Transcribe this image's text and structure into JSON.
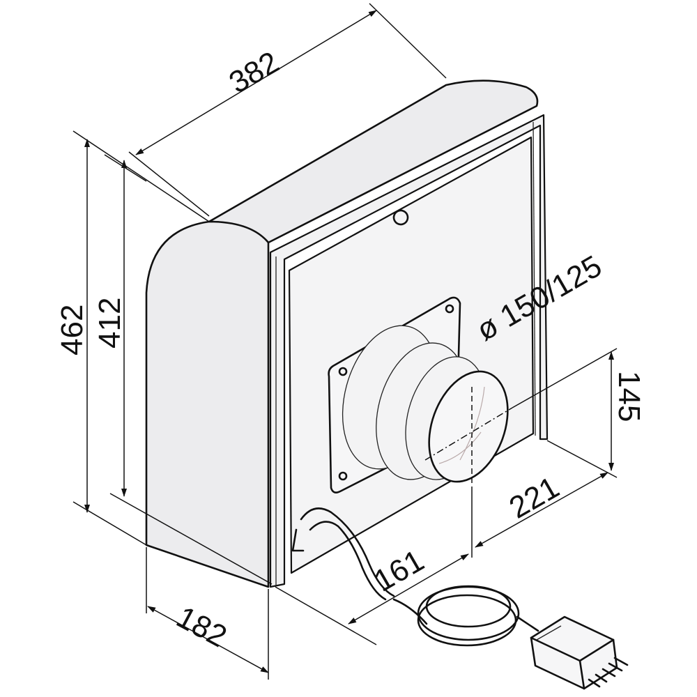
{
  "drawing": {
    "dimensions": {
      "width": "382",
      "height_total": "462",
      "height_inner": "412",
      "depth": "182",
      "offset_161": "161",
      "offset_221": "221",
      "offset_145": "145",
      "diameter": "ø 150/125"
    },
    "colors": {
      "line": "#111111",
      "fill": "#ececee",
      "background": "#ffffff"
    }
  }
}
